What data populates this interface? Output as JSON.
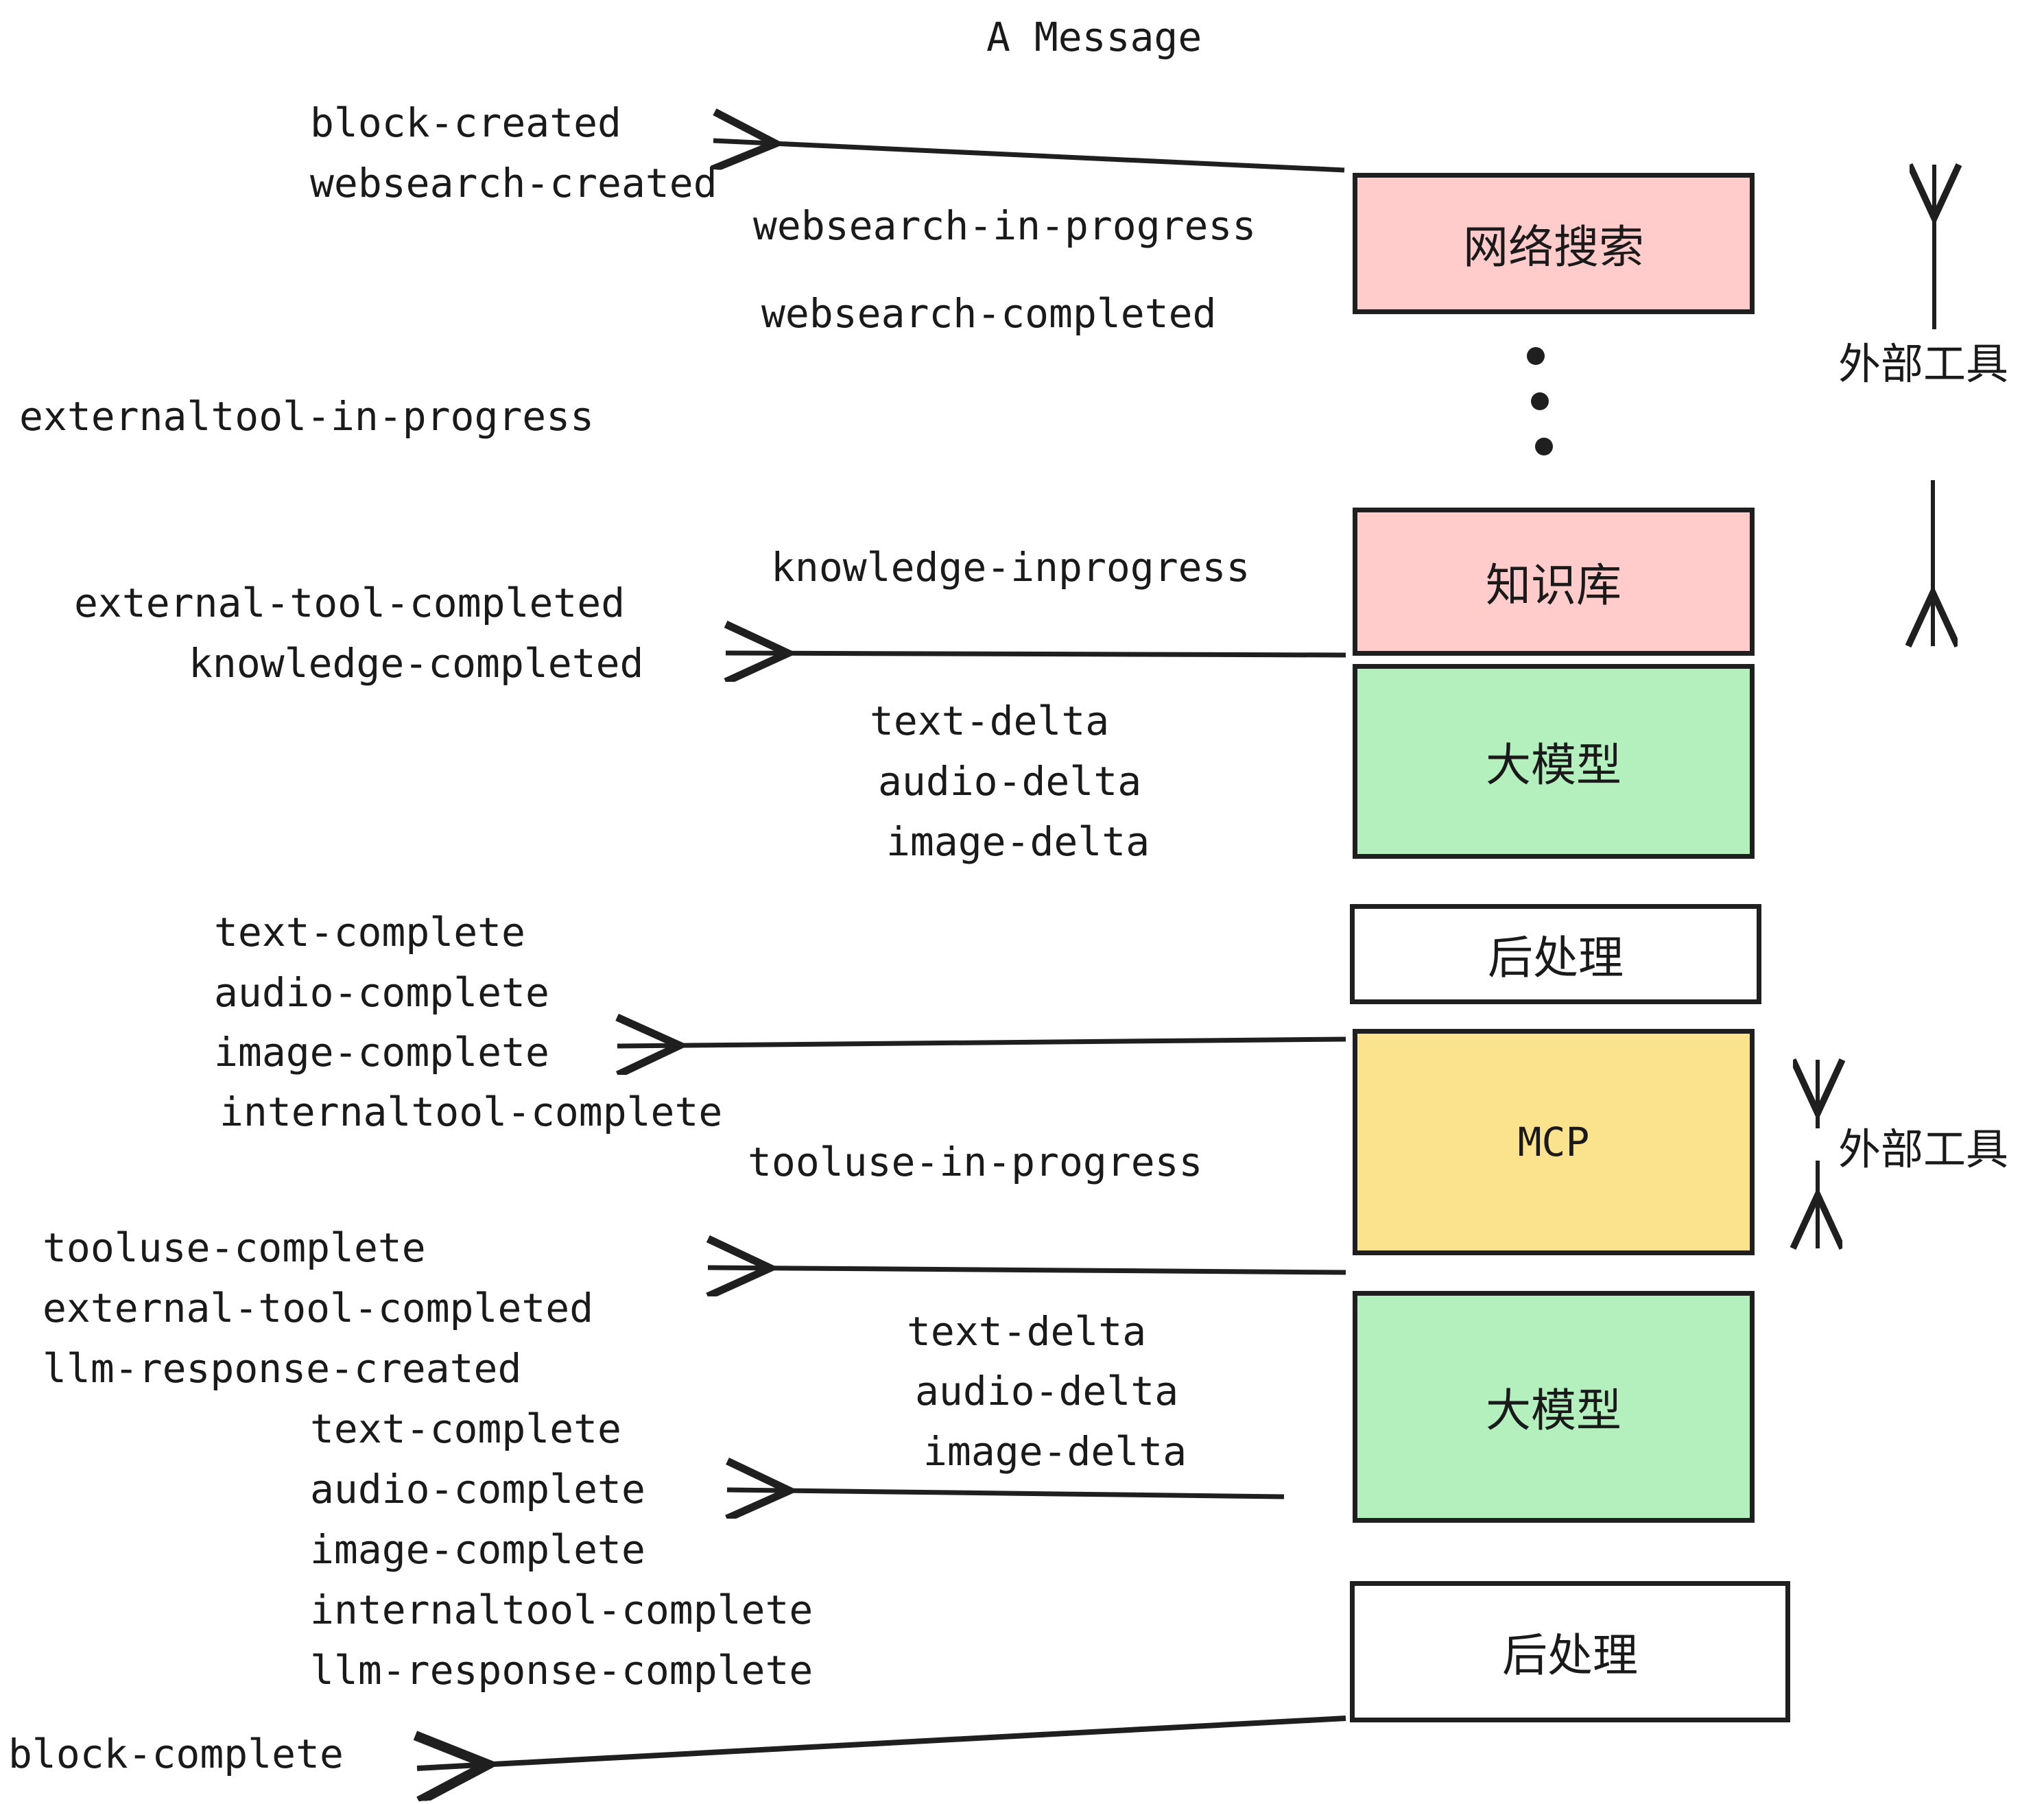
{
  "diagram": {
    "title": "A Message",
    "colors": {
      "pink": "#FFCCCB",
      "green": "#B4F0BE",
      "yellow": "#FBE38E",
      "white": "#FFFFFF",
      "stroke": "#1F1F1F"
    },
    "boxes": [
      {
        "id": "websearch",
        "label": "网络搜索",
        "fill": "#FFCCCB"
      },
      {
        "id": "knowledge",
        "label": "知识库",
        "fill": "#FFCCCB"
      },
      {
        "id": "llm-1",
        "label": "大模型",
        "fill": "#B4F0BE"
      },
      {
        "id": "postprocess-1",
        "label": "后处理",
        "fill": "#FFFFFF"
      },
      {
        "id": "mcp",
        "label": "MCP",
        "fill": "#FBE38E"
      },
      {
        "id": "llm-2",
        "label": "大模型",
        "fill": "#B4F0BE"
      },
      {
        "id": "postprocess-2",
        "label": "后处理",
        "fill": "#FFFFFF"
      }
    ],
    "bracket_labels": [
      {
        "id": "external-tool-top",
        "label": "外部工具"
      },
      {
        "id": "external-tool-bottom",
        "label": "外部工具"
      }
    ],
    "events": {
      "block_created": "block-created",
      "websearch_created": "websearch-created",
      "websearch_in_progress": "websearch-in-progress",
      "websearch_completed": "websearch-completed",
      "externaltool_in_progress": "externaltool-in-progress",
      "knowledge_inprogress": "knowledge-inprogress",
      "external_tool_completed_1": "external-tool-completed",
      "knowledge_completed": "knowledge-completed",
      "text_delta_1": "text-delta",
      "audio_delta_1": "audio-delta",
      "image_delta_1": "image-delta",
      "text_complete_1": "text-complete",
      "audio_complete_1": "audio-complete",
      "image_complete_1": "image-complete",
      "internaltool_complete_1": "internaltool-complete",
      "tooluse_in_progress": "tooluse-in-progress",
      "tooluse_complete": "tooluse-complete",
      "external_tool_completed_2": "external-tool-completed",
      "llm_response_created": "llm-response-created",
      "text_delta_2": "text-delta",
      "audio_delta_2": "audio-delta",
      "image_delta_2": "image-delta",
      "text_complete_2": "text-complete",
      "audio_complete_2": "audio-complete",
      "image_complete_2": "image-complete",
      "internaltool_complete_2": "internaltool-complete",
      "llm_response_complete": "llm-response-complete",
      "block_complete": "block-complete"
    }
  }
}
